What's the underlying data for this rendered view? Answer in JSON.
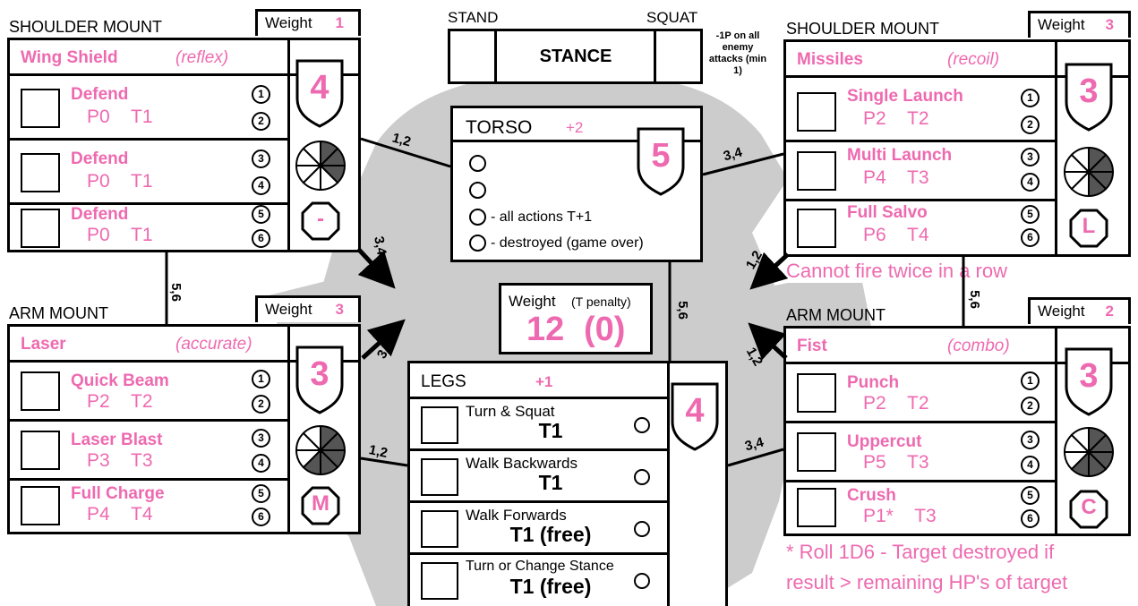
{
  "stance": {
    "stand_label": "STAND",
    "squat_label": "SQUAT",
    "stance_label": "STANCE",
    "note": "-1P on all enemy attacks (min 1)"
  },
  "shoulder_left": {
    "section": "SHOULDER MOUNT",
    "weight_label": "Weight",
    "weight_value": "1",
    "weapon": "Wing Shield",
    "trait": "(reflex)",
    "armor": "4",
    "size": "-",
    "actions": [
      {
        "name": "Defend",
        "power": "P0",
        "time": "T1",
        "rolls": [
          "1",
          "2"
        ]
      },
      {
        "name": "Defend",
        "power": "P0",
        "time": "T1",
        "rolls": [
          "3",
          "4"
        ]
      },
      {
        "name": "Defend",
        "power": "P0",
        "time": "T1",
        "rolls": [
          "5",
          "6"
        ]
      }
    ],
    "damage": {
      "filled": 3,
      "total": 8
    }
  },
  "shoulder_right": {
    "section": "SHOULDER MOUNT",
    "weight_label": "Weight",
    "weight_value": "3",
    "weapon": "Missiles",
    "trait": "(recoil)",
    "armor": "3",
    "size": "L",
    "actions": [
      {
        "name": "Single Launch",
        "power": "P2",
        "time": "T2",
        "rolls": [
          "1",
          "2"
        ]
      },
      {
        "name": "Multi Launch",
        "power": "P4",
        "time": "T3",
        "rolls": [
          "3",
          "4"
        ]
      },
      {
        "name": "Full Salvo",
        "power": "P6",
        "time": "T4",
        "rolls": [
          "5",
          "6"
        ]
      }
    ],
    "note": "Cannot fire twice in a row",
    "damage": {
      "filled": 4,
      "total": 8
    }
  },
  "arm_left": {
    "section": "ARM MOUNT",
    "weight_label": "Weight",
    "weight_value": "3",
    "weapon": "Laser",
    "trait": "(accurate)",
    "armor": "3",
    "size": "M",
    "actions": [
      {
        "name": "Quick Beam",
        "power": "P2",
        "time": "T2",
        "rolls": [
          "1",
          "2"
        ]
      },
      {
        "name": "Laser Blast",
        "power": "P3",
        "time": "T3",
        "rolls": [
          "3",
          "4"
        ]
      },
      {
        "name": "Full Charge",
        "power": "P4",
        "time": "T4",
        "rolls": [
          "5",
          "6"
        ]
      }
    ],
    "damage": {
      "filled": 5,
      "total": 8
    }
  },
  "arm_right": {
    "section": "ARM MOUNT",
    "weight_label": "Weight",
    "weight_value": "2",
    "weapon": "Fist",
    "trait": "(combo)",
    "armor": "3",
    "size": "C",
    "actions": [
      {
        "name": "Punch",
        "power": "P2",
        "time": "T2",
        "rolls": [
          "1",
          "2"
        ]
      },
      {
        "name": "Uppercut",
        "power": "P5",
        "time": "T3",
        "rolls": [
          "3",
          "4"
        ]
      },
      {
        "name": "Crush",
        "power": "P1*",
        "time": "T3",
        "rolls": [
          "5",
          "6"
        ]
      }
    ],
    "note_line1": "* Roll 1D6 - Target destroyed if",
    "note_line2": "result > remaining HP's of target",
    "damage": {
      "filled": 5,
      "total": 8
    }
  },
  "torso": {
    "title": "TORSO",
    "modifier": "+2",
    "armor": "5",
    "tracks": [
      {
        "text": ""
      },
      {
        "text": ""
      },
      {
        "text": "- all actions T+1"
      },
      {
        "text": "- destroyed (game over)"
      }
    ]
  },
  "weight_total": {
    "label": "Weight",
    "sub": "(T penalty)",
    "value": "12",
    "penalty": "(0)"
  },
  "legs": {
    "title": "LEGS",
    "modifier": "+1",
    "armor": "4",
    "actions": [
      {
        "name": "Turn & Squat",
        "time": "T1"
      },
      {
        "name": "Walk Backwards",
        "time": "T1"
      },
      {
        "name": "Walk Forwards",
        "time": "T1 (free)"
      },
      {
        "name": "Turn or Change Stance",
        "time": "T1 (free)"
      }
    ]
  },
  "connectors": {
    "a": "1,2",
    "b": "3,4",
    "c": "3,4",
    "d": "5,6",
    "e": "1,2",
    "f": "5,6",
    "g": "1,2",
    "h": "3,4",
    "i": "5,6",
    "j": "3,4",
    "k": "1,2"
  },
  "colors": {
    "pink": "#ee6ab0",
    "shade": "#555555",
    "silhouette": "#cccccc"
  }
}
